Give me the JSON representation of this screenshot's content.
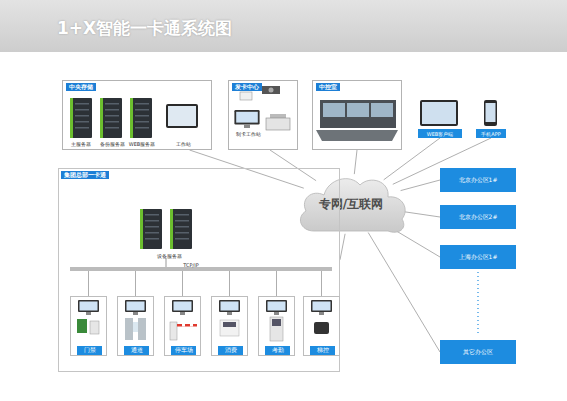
{
  "diagram": {
    "title": "1+X智能一卡通系统图",
    "nodes": [
      {
        "text": [
          "中央存储",
          "主服务器",
          "备份服务器",
          "WEB服务器",
          "工作站"
        ]
      },
      {
        "text": [
          "发卡中心",
          "制卡工作站"
        ]
      },
      {
        "text": [
          "中控室"
        ]
      },
      {
        "text": [
          "WEB客户端"
        ]
      },
      {
        "text": [
          "手机APP"
        ]
      },
      {
        "text": [
          "专网/互联网"
        ]
      },
      {
        "text": [
          "北京办公区1#"
        ]
      },
      {
        "text": [
          "北京办公区2#"
        ]
      },
      {
        "text": [
          "集团总部一卡通",
          "设备服务器",
          "TCP/IP"
        ]
      },
      {
        "text": [
          "门禁"
        ],
        "in": 8
      },
      {
        "text": [
          "通道"
        ],
        "in": 8
      },
      {
        "text": [
          "停车场"
        ],
        "in": 8
      },
      {
        "text": [
          "消费"
        ],
        "in": 8
      },
      {
        "text": [
          "考勤"
        ],
        "in": 8
      },
      {
        "text": [
          "梯控"
        ],
        "in": 8
      },
      {
        "text": [
          "上海办公区1#"
        ]
      },
      {
        "text": [
          "其它办公区"
        ]
      }
    ],
    "edges": [
      {
        "from": 5,
        "to": 0,
        "arrow": "none"
      },
      {
        "from": 5,
        "to": 1,
        "arrow": "none"
      },
      {
        "from": 5,
        "to": 2,
        "arrow": "none"
      },
      {
        "from": 5,
        "to": 3,
        "arrow": "none"
      },
      {
        "from": 5,
        "to": 4,
        "arrow": "none"
      },
      {
        "from": 5,
        "to": 6,
        "arrow": "none"
      },
      {
        "from": 5,
        "to": 7,
        "arrow": "none"
      },
      {
        "from": 5,
        "to": 8,
        "arrow": "none"
      },
      {
        "from": 5,
        "to": 15,
        "arrow": "none"
      },
      {
        "from": 5,
        "to": 16,
        "arrow": "none"
      }
    ]
  }
}
